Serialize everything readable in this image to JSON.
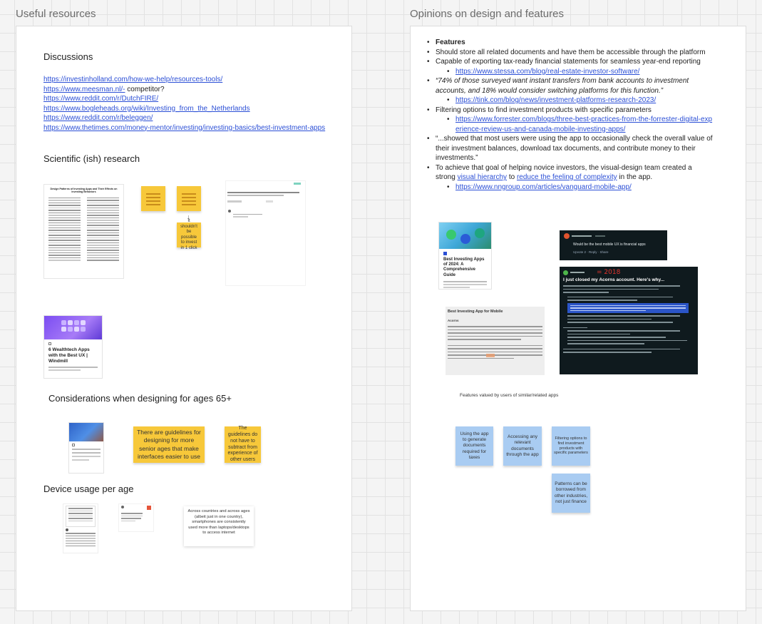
{
  "left_frame": {
    "title": "Useful resources",
    "discussions": {
      "heading": "Discussions",
      "links": [
        {
          "url": "https://investinholland.com/how-we-help/resources-tools/",
          "suffix": ""
        },
        {
          "url": "https://www.meesman.nl/-",
          "suffix": " competitor?"
        },
        {
          "url": "https://www.reddit.com/r/DutchFIRE/",
          "suffix": ""
        },
        {
          "url": "https://www.bogleheads.org/wiki/Investing_from_the_Netherlands",
          "suffix": ""
        },
        {
          "url": "https://www.reddit.com/r/beleggen/",
          "suffix": ""
        },
        {
          "url": "https://www.thetimes.com/money-mentor/investing/investing-basics/best-investment-apps",
          "suffix": ""
        }
      ]
    },
    "research": {
      "heading": "Scientific (ish) research",
      "paper_title": "Design Patterns of Investing Apps and Their Effects on Investing Behaviors",
      "sticky_note": "It shouldn't be possible to invest in 1 click",
      "article_card_title": "6 Wealthtech Apps with the Best UX | Windmill"
    },
    "seniors": {
      "heading": "Considerations when designing for ages 65+",
      "sticky_1": "There are guidelines for designing for more senior ages that make interfaces easier to use",
      "sticky_2": "The guidelines do not have to subtract from experience of other users"
    },
    "devices": {
      "heading": "Device usage per age",
      "note": "Across countries and across ages (albeit just in one country), smartphones are consistently used more than laptops/desktops to access internet"
    }
  },
  "right_frame": {
    "title": "Opinions on design and features",
    "notes": {
      "features_heading": "Features",
      "item_store": "Should store all related documents and have them be accessible through the platform",
      "item_export": "Capable of exporting tax-ready financial statements for seamless year-end reporting",
      "link_stessa": "https://www.stessa.com/blog/real-estate-investor-software/",
      "quote_tink": "“74% of those surveyed want instant transfers from bank accounts to investment accounts, and 18% would consider switching platforms for this function.”",
      "link_tink": "https://tink.com/blog/news/investment-platforms-research-2023/",
      "item_filter": "Filtering options to find investment products with specific parameters",
      "link_forrester": "https://www.forrester.com/blogs/three-best-practices-from-the-forrester-digital-experience-review-us-and-canada-mobile-investing-apps/",
      "quote_vanguard": "“...showed that most users were using the app to occasionally check the overall value of their investment balances, download tax documents, and contribute money to their investments.”",
      "goal_pre": "To achieve that goal of helping novice investors, the visual-design team created a strong ",
      "goal_link_1": "visual hierarchy",
      "goal_mid": " to ",
      "goal_link_2": "reduce the feeling of complexity",
      "goal_post": " in the app.",
      "link_nng": "https://www.nngroup.com/articles/vanguard-mobile-app/"
    },
    "card_best_apps_title": "Best Investing Apps of 2024: A Comprehensive Guide",
    "reddit_post_text": "Would be the best mobile UX is financial apps",
    "reddit_post_meta": "Upvote 2 · Reply · Share",
    "acorns_title": "I just closed my Acorns account. Here's why...",
    "acorns_annotation": "= 2018",
    "article_heading": "Best Investing App for Mobile",
    "article_sub": "Acorns",
    "features_caption": "Features valued by users of similar/related apps",
    "blue_notes": [
      "Using the app to generate documents required for taxes",
      "Accessing any relevant documents through the app",
      "Filtering options to find investment products with specific parameters",
      "Patterns can be borrowed from other industries, not just finance"
    ]
  },
  "colors": {
    "sticky_yellow": "#f7c83a",
    "sticky_blue": "#a9ccf2",
    "link": "#2b4fd6",
    "canvas": "#f4f4f4"
  }
}
